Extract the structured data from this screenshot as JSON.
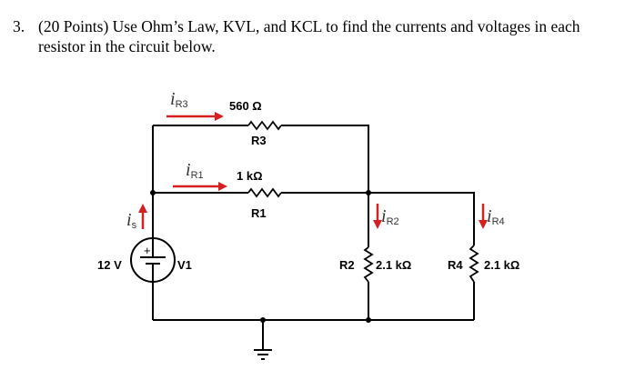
{
  "problem": {
    "number": "3.",
    "line1": "(20 Points) Use Ohm’s Law, KVL, and KCL to find the currents and voltages in each",
    "line2": "resistor in the circuit below."
  },
  "circuit": {
    "source": {
      "value": "12 V",
      "name": "V1",
      "plus": "+"
    },
    "currents": {
      "is": {
        "main": "i",
        "sub": "s"
      },
      "iR3": {
        "main": "i",
        "sub": "R3"
      },
      "iR1": {
        "main": "i",
        "sub": "R1"
      },
      "iR2": {
        "main": "i",
        "sub": "R2"
      },
      "iR4": {
        "main": "i",
        "sub": "R4"
      }
    },
    "resistors": {
      "R3": {
        "name": "R3",
        "value": "560 Ω"
      },
      "R1": {
        "name": "R1",
        "value": "1 kΩ"
      },
      "R2": {
        "name": "R2",
        "value": "2.1 kΩ"
      },
      "R4": {
        "name": "R4",
        "value": "2.1 kΩ"
      }
    },
    "colors": {
      "wire": "#000000",
      "current_arrow": "#d42020"
    }
  }
}
